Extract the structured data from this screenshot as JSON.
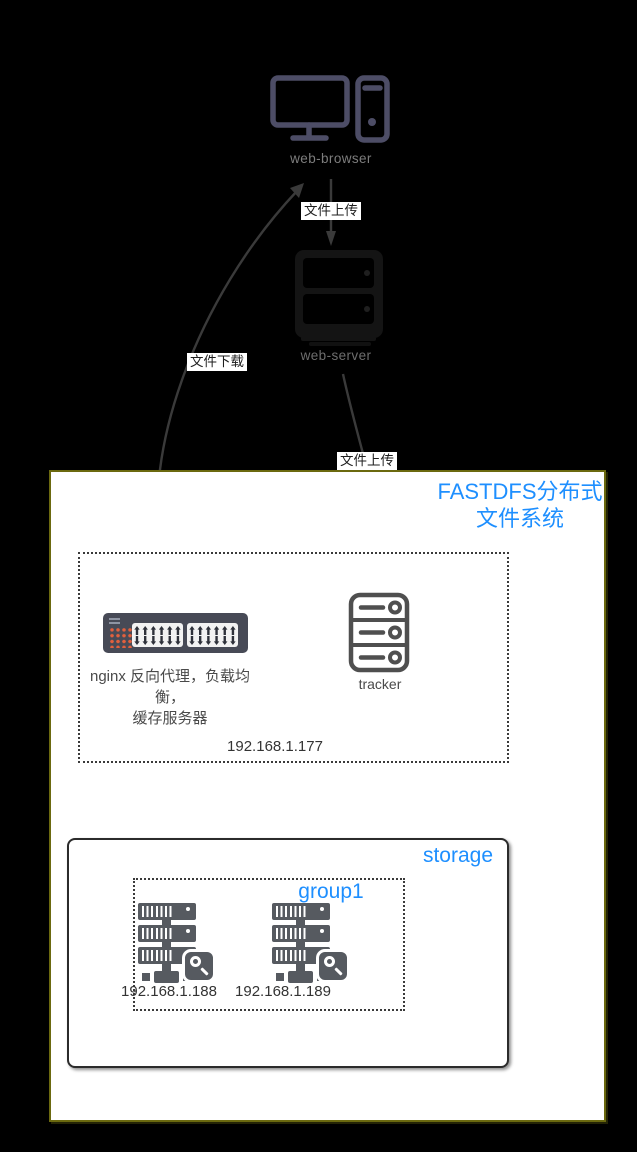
{
  "top": {
    "web_browser_label": "web-browser",
    "web_server_label": "web-server",
    "upload_label_1": "文件上传",
    "download_label": "文件下载",
    "upload_label_2": "文件上传"
  },
  "fastdfs": {
    "title_line1": "FASTDFS分布式",
    "title_line2": "文件系统",
    "tracker_cluster": {
      "nginx_caption_line1": "nginx 反向代理，负载均衡，",
      "nginx_caption_line2": "缓存服务器",
      "tracker_label": "tracker",
      "ip": "192.168.1.177"
    },
    "storage": {
      "label": "storage",
      "group": {
        "label": "group1",
        "nodes": [
          {
            "ip": "192.168.1.188"
          },
          {
            "ip": "192.168.1.189"
          }
        ]
      }
    }
  },
  "colors": {
    "background": "#000000",
    "accent_blue": "#1e8fff",
    "fastdfs_border_olive": "#6b690f",
    "arrow": "#3a3a3a",
    "switch_body": "#474a56",
    "switch_ports_orange": "#e2603d",
    "server_gray": "#565a60",
    "browser_icon_slate": "#4d4d66",
    "webserver_icon_dark": "#141414"
  },
  "icons": {
    "web_browser": "desktop-computer-icon",
    "web_server": "server-icon",
    "nginx": "network-switch-icon",
    "tracker": "rack-server-icon",
    "storage_node": "server-stack-icon",
    "badge": "magnifier-icon"
  }
}
